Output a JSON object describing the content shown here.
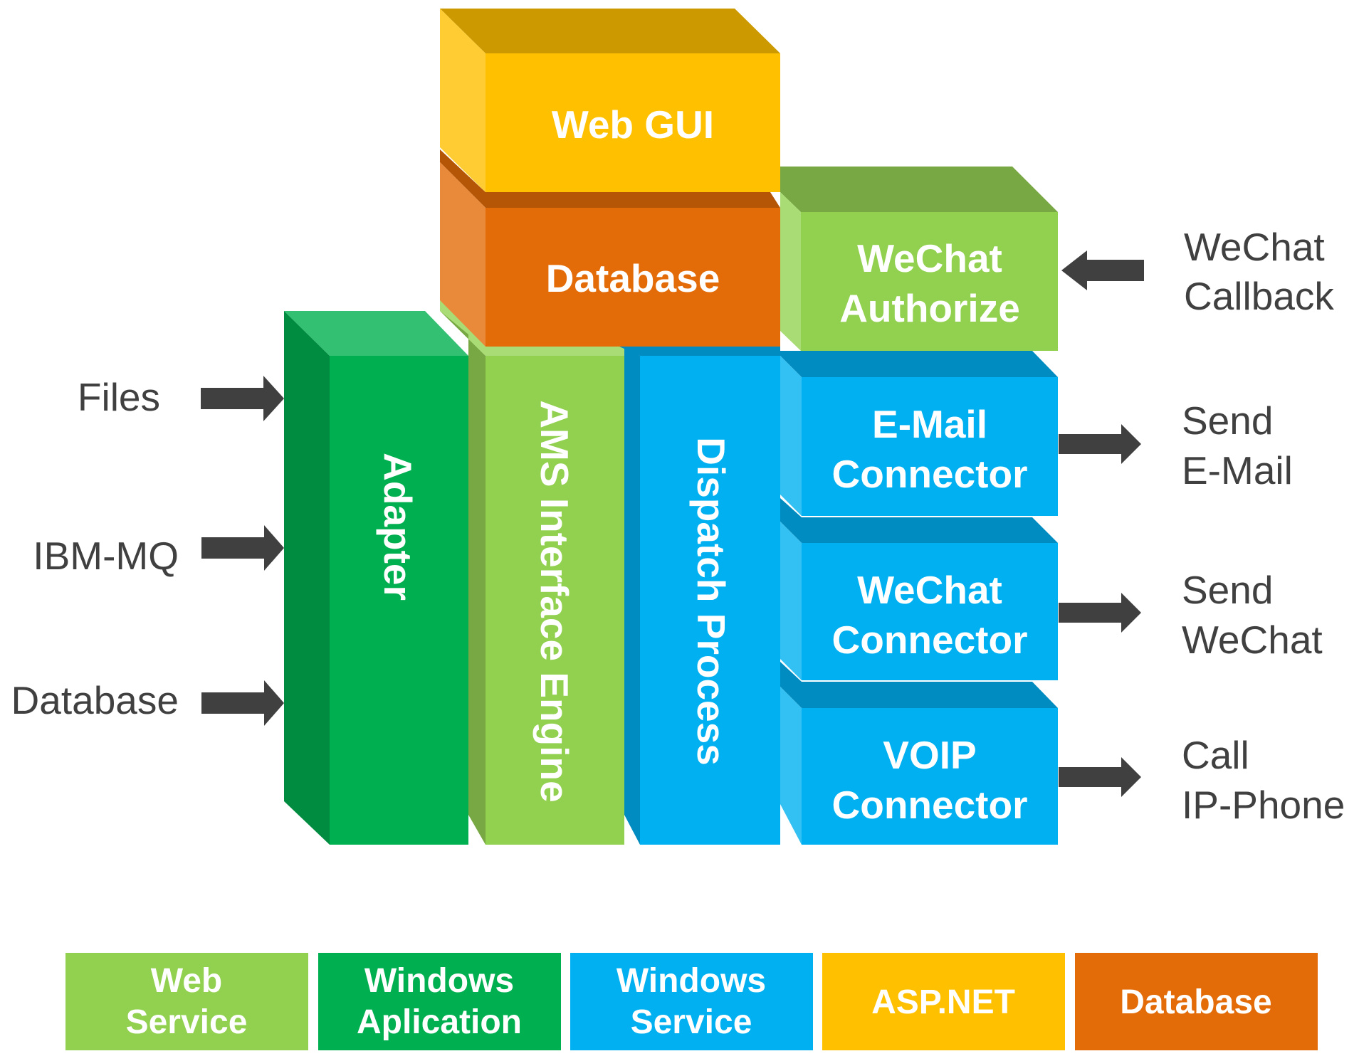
{
  "colors": {
    "web_service": {
      "front": "#92D050",
      "side": "#A9DC74",
      "top": "#78A843",
      "side_dark": "#78A843"
    },
    "windows_app": {
      "front": "#00B050",
      "side": "#008C40",
      "top": "#33C073"
    },
    "windows_service": {
      "front": "#00B0F0",
      "side": "#33C0F3",
      "top": "#008CC0",
      "side_dark": "#008CC0"
    },
    "aspnet": {
      "front": "#FFC000",
      "side": "#FFCD33",
      "top": "#CC9A00"
    },
    "database": {
      "front": "#E36C09",
      "side": "#E98A3A",
      "top": "#B55607"
    },
    "arrow": "#404040",
    "text": "#404040"
  },
  "blocks": {
    "web_gui": {
      "label": [
        "Web GUI"
      ],
      "type": "aspnet"
    },
    "database": {
      "label": [
        "Database"
      ],
      "type": "database"
    },
    "wechat_authorize": {
      "label": [
        "WeChat",
        "Authorize"
      ],
      "type": "web_service"
    },
    "adapter": {
      "label": [
        "Adapter"
      ],
      "type": "windows_app"
    },
    "ams_engine": {
      "label": [
        "AMS Interface Engine"
      ],
      "type": "web_service"
    },
    "dispatch": {
      "label": [
        "Dispatch Process"
      ],
      "type": "windows_service"
    },
    "email_connector": {
      "label": [
        "E-Mail",
        "Connector"
      ],
      "type": "windows_service"
    },
    "wechat_connector": {
      "label": [
        "WeChat",
        "Connector"
      ],
      "type": "windows_service"
    },
    "voip_connector": {
      "label": [
        "VOIP",
        "Connector"
      ],
      "type": "windows_service"
    }
  },
  "inputs": [
    {
      "label": "Files"
    },
    {
      "label": "IBM-MQ"
    },
    {
      "label": "Database"
    }
  ],
  "outputs": [
    {
      "label": [
        "WeChat",
        "Callback"
      ],
      "direction": "in"
    },
    {
      "label": [
        "Send",
        "E-Mail"
      ],
      "direction": "out"
    },
    {
      "label": [
        "Send",
        "WeChat"
      ],
      "direction": "out"
    },
    {
      "label": [
        "Call",
        "IP-Phone"
      ],
      "direction": "out"
    }
  ],
  "legend": [
    {
      "label": [
        "Web",
        "Service"
      ],
      "type": "web_service"
    },
    {
      "label": [
        "Windows",
        "Aplication"
      ],
      "type": "windows_app"
    },
    {
      "label": [
        "Windows",
        "Service"
      ],
      "type": "windows_service"
    },
    {
      "label": [
        "ASP.NET"
      ],
      "type": "aspnet"
    },
    {
      "label": [
        "Database"
      ],
      "type": "database"
    }
  ]
}
